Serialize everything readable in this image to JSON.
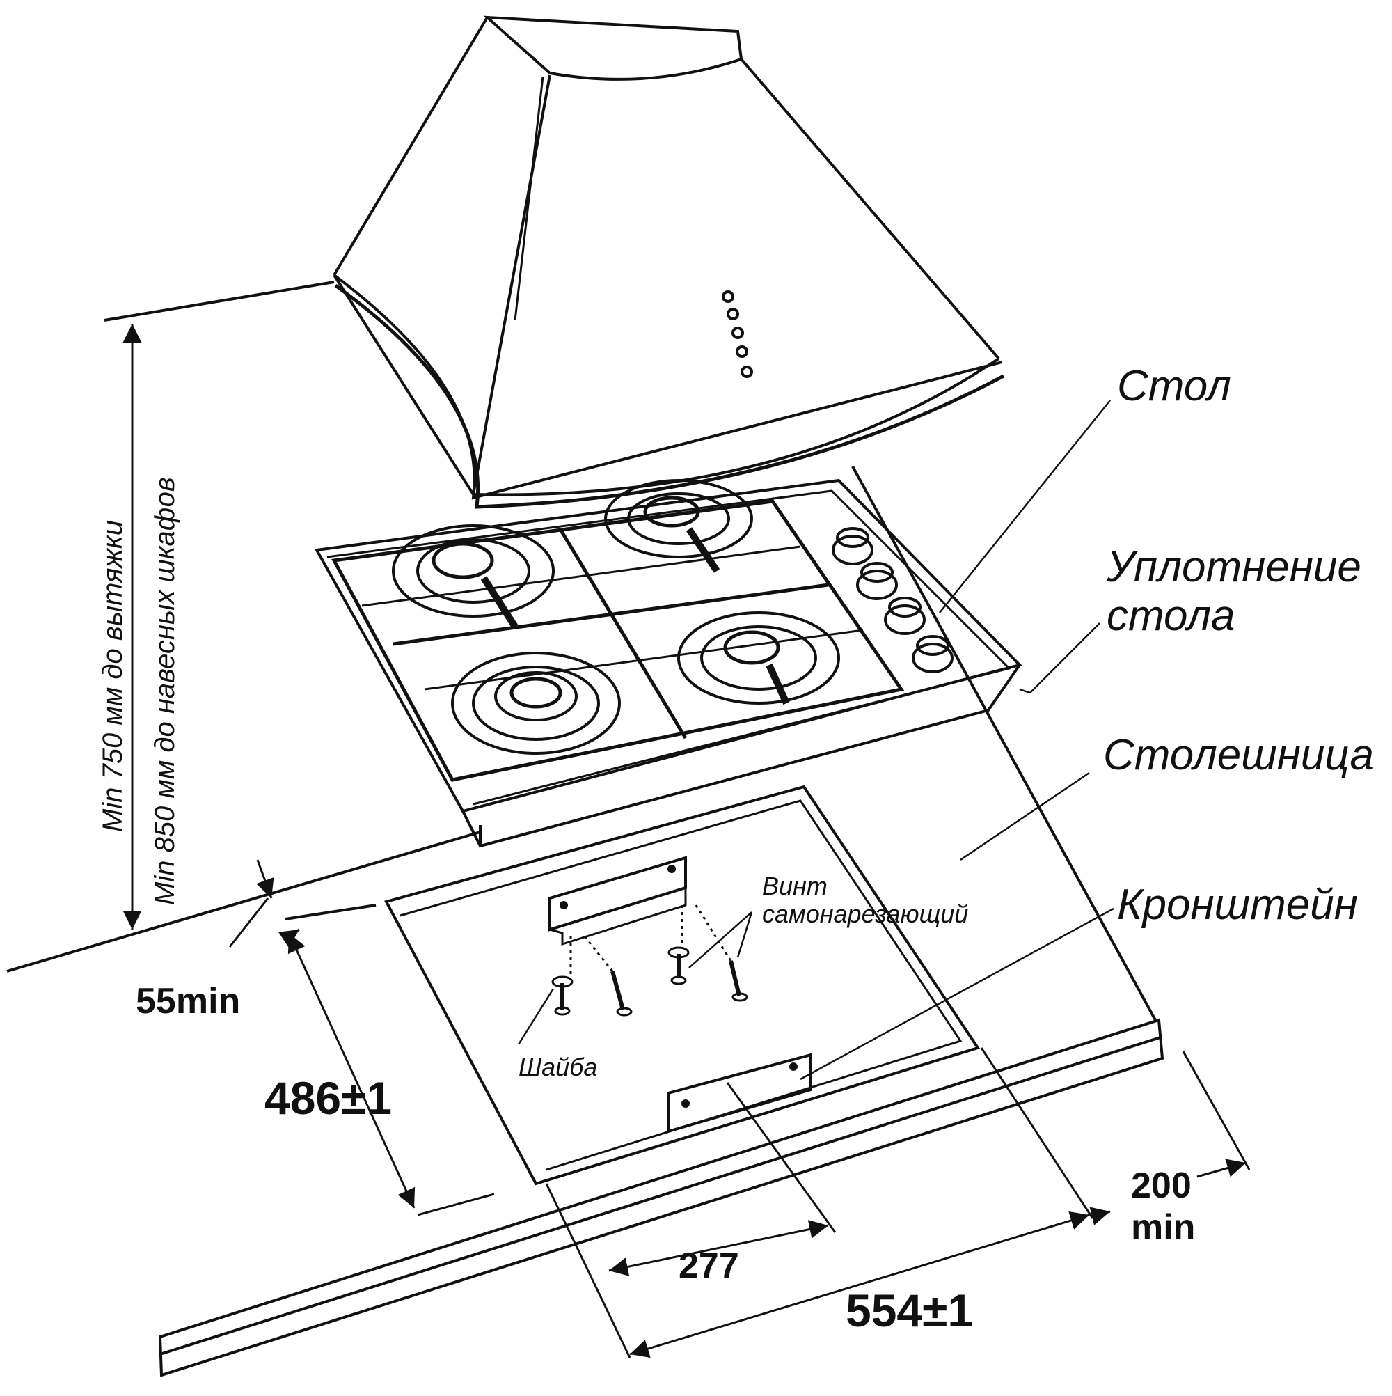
{
  "labels": {
    "stol": "Стол",
    "uplotnenie_line1": "Уплотнение",
    "uplotnenie_line2": "стола",
    "stoleshnitsa": "Столешница",
    "kronshtein": "Кронштейн",
    "vint_line1": "Винт",
    "vint_line2": "самонарезающий",
    "shaiba": "Шайба"
  },
  "vertical_notes": {
    "hood": "Min 750 мм до вытяжки",
    "cabinets": "Min 850 мм до навесных шкафов"
  },
  "dimensions": {
    "front_gap": "55min",
    "depth": "486±1",
    "half_width": "277",
    "width": "554±1",
    "side_gap_line1": "200",
    "side_gap_line2": "min"
  },
  "colors": {
    "line": "#111111",
    "background": "#ffffff"
  }
}
